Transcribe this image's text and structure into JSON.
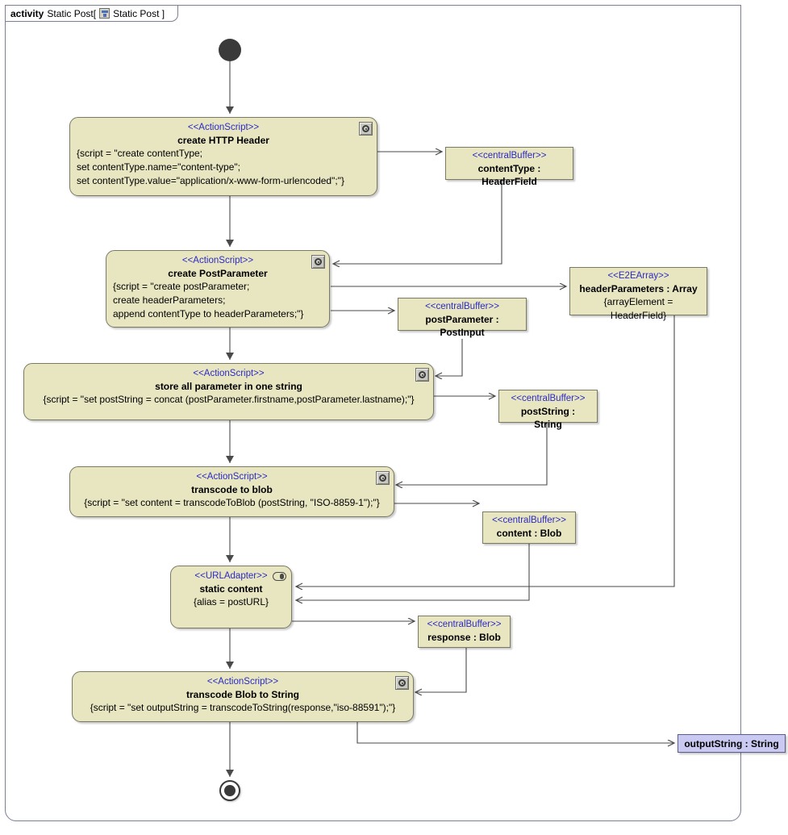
{
  "frame": {
    "keyword": "activity",
    "name": "Static Post[",
    "icon": "activity-diagram-icon",
    "qualified": "Static Post ]"
  },
  "nodes": [
    {
      "id": "create-http-header",
      "kind": "action",
      "stereotype": "<<ActionScript>>",
      "name": "create HTTP Header",
      "body": "{script = \"create contentType;\nset contentType.name=\"content-type\";\nset contentType.value=\"application/x-www-form-urlencoded\";\"}",
      "icon": "action-script-icon"
    },
    {
      "id": "content-type-buffer",
      "kind": "buffer",
      "stereotype": "<<centralBuffer>>",
      "name": "contentType : HeaderField",
      "body": ""
    },
    {
      "id": "create-postparameter",
      "kind": "action",
      "stereotype": "<<ActionScript>>",
      "name": "create PostParameter",
      "body": "{script = \"create postParameter;\ncreate headerParameters;\nappend contentType to headerParameters;\"}",
      "icon": "action-script-icon"
    },
    {
      "id": "post-parameter-buffer",
      "kind": "buffer",
      "stereotype": "<<centralBuffer>>",
      "name": "postParameter : PostInput",
      "body": ""
    },
    {
      "id": "header-parameters-array",
      "kind": "buffer",
      "stereotype": "<<E2EArray>>",
      "name": "headerParameters : Array",
      "body": "{arrayElement = HeaderField}"
    },
    {
      "id": "store-all-parameter",
      "kind": "action",
      "stereotype": "<<ActionScript>>",
      "name": "store all parameter in one string",
      "body": "{script = \"set postString = concat (postParameter.firstname,postParameter.lastname);\"}",
      "icon": "action-script-icon"
    },
    {
      "id": "post-string-buffer",
      "kind": "buffer",
      "stereotype": "<<centralBuffer>>",
      "name": "postString : String",
      "body": ""
    },
    {
      "id": "transcode-to-blob",
      "kind": "action",
      "stereotype": "<<ActionScript>>",
      "name": "transcode to blob",
      "body": "{script = \"set content = transcodeToBlob (postString, \"ISO-8859-1\");\"}",
      "icon": "action-script-icon"
    },
    {
      "id": "content-buffer",
      "kind": "buffer",
      "stereotype": "<<centralBuffer>>",
      "name": "content : Blob",
      "body": ""
    },
    {
      "id": "static-content",
      "kind": "action",
      "stereotype": "<<URLAdapter>>",
      "name": "static content",
      "body": "{alias = postURL}",
      "icon": "url-adapter-icon"
    },
    {
      "id": "response-buffer",
      "kind": "buffer",
      "stereotype": "<<centralBuffer>>",
      "name": "response : Blob",
      "body": ""
    },
    {
      "id": "transcode-blob-to-string",
      "kind": "action",
      "stereotype": "<<ActionScript>>",
      "name": "transcode Blob to String",
      "body": "{script = \"set outputString = transcodeToString(response,\"iso-88591\");\"}",
      "icon": "action-script-icon"
    },
    {
      "id": "output-string-param",
      "kind": "parameter",
      "stereotype": "",
      "name": "outputString : String",
      "body": ""
    }
  ],
  "control": {
    "initial_node": "initial-node",
    "final_node": "activity-final-node"
  },
  "colors": {
    "node_fill": "#e8e5c1",
    "node_border": "#7a7a64",
    "stereotype_text": "#2b2bc4",
    "parameter_fill": "#c9c9f2",
    "parameter_border": "#5c5c8a",
    "frame_border": "#7b7f94",
    "connector": "#4a4a4a"
  }
}
